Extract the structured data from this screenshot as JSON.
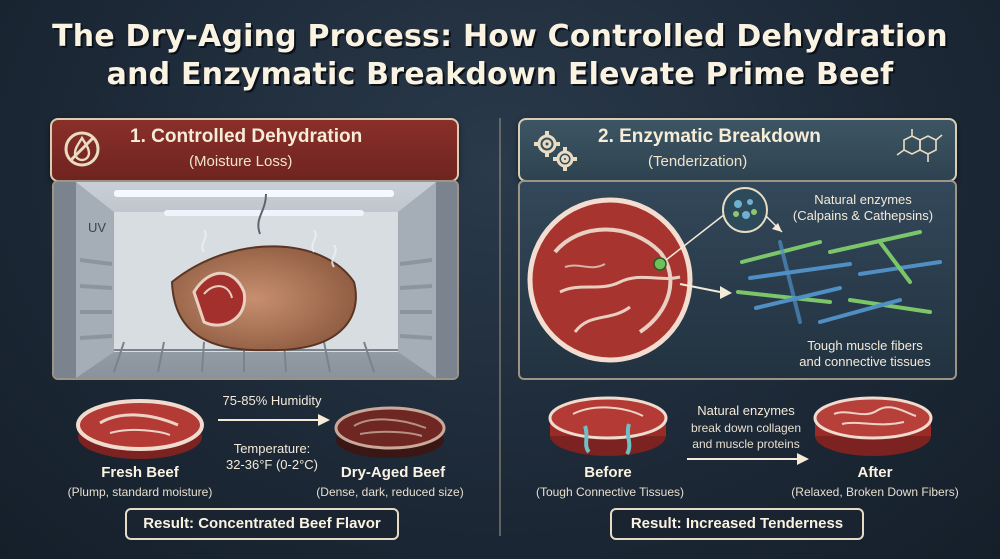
{
  "title": {
    "line1": "The Dry-Aging Process: How Controlled Dehydration",
    "line2": "and Enzymatic Breakdown Elevate Prime Beef"
  },
  "left": {
    "heading": "1. Controlled Dehydration",
    "subheading": "(Moisture Loss)",
    "uv_label": "UV",
    "humidity": "75-85% Humidity",
    "temperature_label": "Temperature:",
    "temperature_value": "32-36°F (0-2°C)",
    "before_name": "Fresh Beef",
    "before_desc": "(Plump, standard moisture)",
    "after_name": "Dry-Aged Beef",
    "after_desc": "(Dense, dark, reduced size)",
    "result": "Result: Concentrated Beef Flavor"
  },
  "right": {
    "heading": "2. Enzymatic Breakdown",
    "subheading": "(Tenderization)",
    "enzymes_title": "Natural enzymes",
    "enzymes_types": "(Calpains & Cathepsins)",
    "fibers_line1": "Tough muscle fibers",
    "fibers_line2": "and connective tissues",
    "process_line1": "Natural enzymes",
    "process_line2": "break down collagen",
    "process_line3": "and muscle proteins",
    "before_name": "Before",
    "before_desc": "(Tough Connective Tissues)",
    "after_name": "After",
    "after_desc": "(Relaxed, Broken Down Fibers)",
    "result": "Result: Increased Tenderness"
  },
  "icons": {
    "left_header": "no-water-drop-icon",
    "right_header": "gears-icon",
    "right_corner": "molecule-icon"
  },
  "colors": {
    "background": "#1c2836",
    "left_header": "#7d2a25",
    "right_header": "#36505e",
    "meat": "#9b2f2b",
    "fat": "#e9cfc2"
  }
}
